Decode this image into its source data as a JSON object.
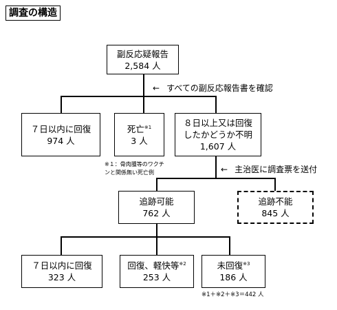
{
  "title": "調査の構造",
  "boxes": {
    "all_reports": {
      "label": "副反応疑報告",
      "count": "2,584 人"
    },
    "recovered_7days_a": {
      "label": "７日以内に回復",
      "count": "974 人"
    },
    "death": {
      "label": "死亡",
      "sup": "※1",
      "count": "3 人"
    },
    "over8_or_unknown": {
      "label1": "８日以上又は回復",
      "label2": "したかどうか不明",
      "count": "1,607 人"
    },
    "traceable": {
      "label": "追跡可能",
      "count": "762 人"
    },
    "untraceable": {
      "label": "追跡不能",
      "count": "845 人"
    },
    "recovered_7days_b": {
      "label": "７日以内に回復",
      "count": "323 人"
    },
    "recovered_improved": {
      "label": "回復、軽快等",
      "sup": "※2",
      "count": "253 人"
    },
    "not_recovered": {
      "label": "未回復",
      "sup": "※3",
      "count": "186 人"
    }
  },
  "notes": {
    "check_all": {
      "arrow": "←",
      "text": "すべての副反応報告書を確認"
    },
    "send_survey": {
      "arrow": "←",
      "text": "主治医に調査票を送付"
    }
  },
  "footnotes": {
    "death_line1": "※１：骨肉腫等のワクチ",
    "death_line2": "ンと関係無い死亡例",
    "sum": "※1＋※2＋※3＝442 人"
  }
}
